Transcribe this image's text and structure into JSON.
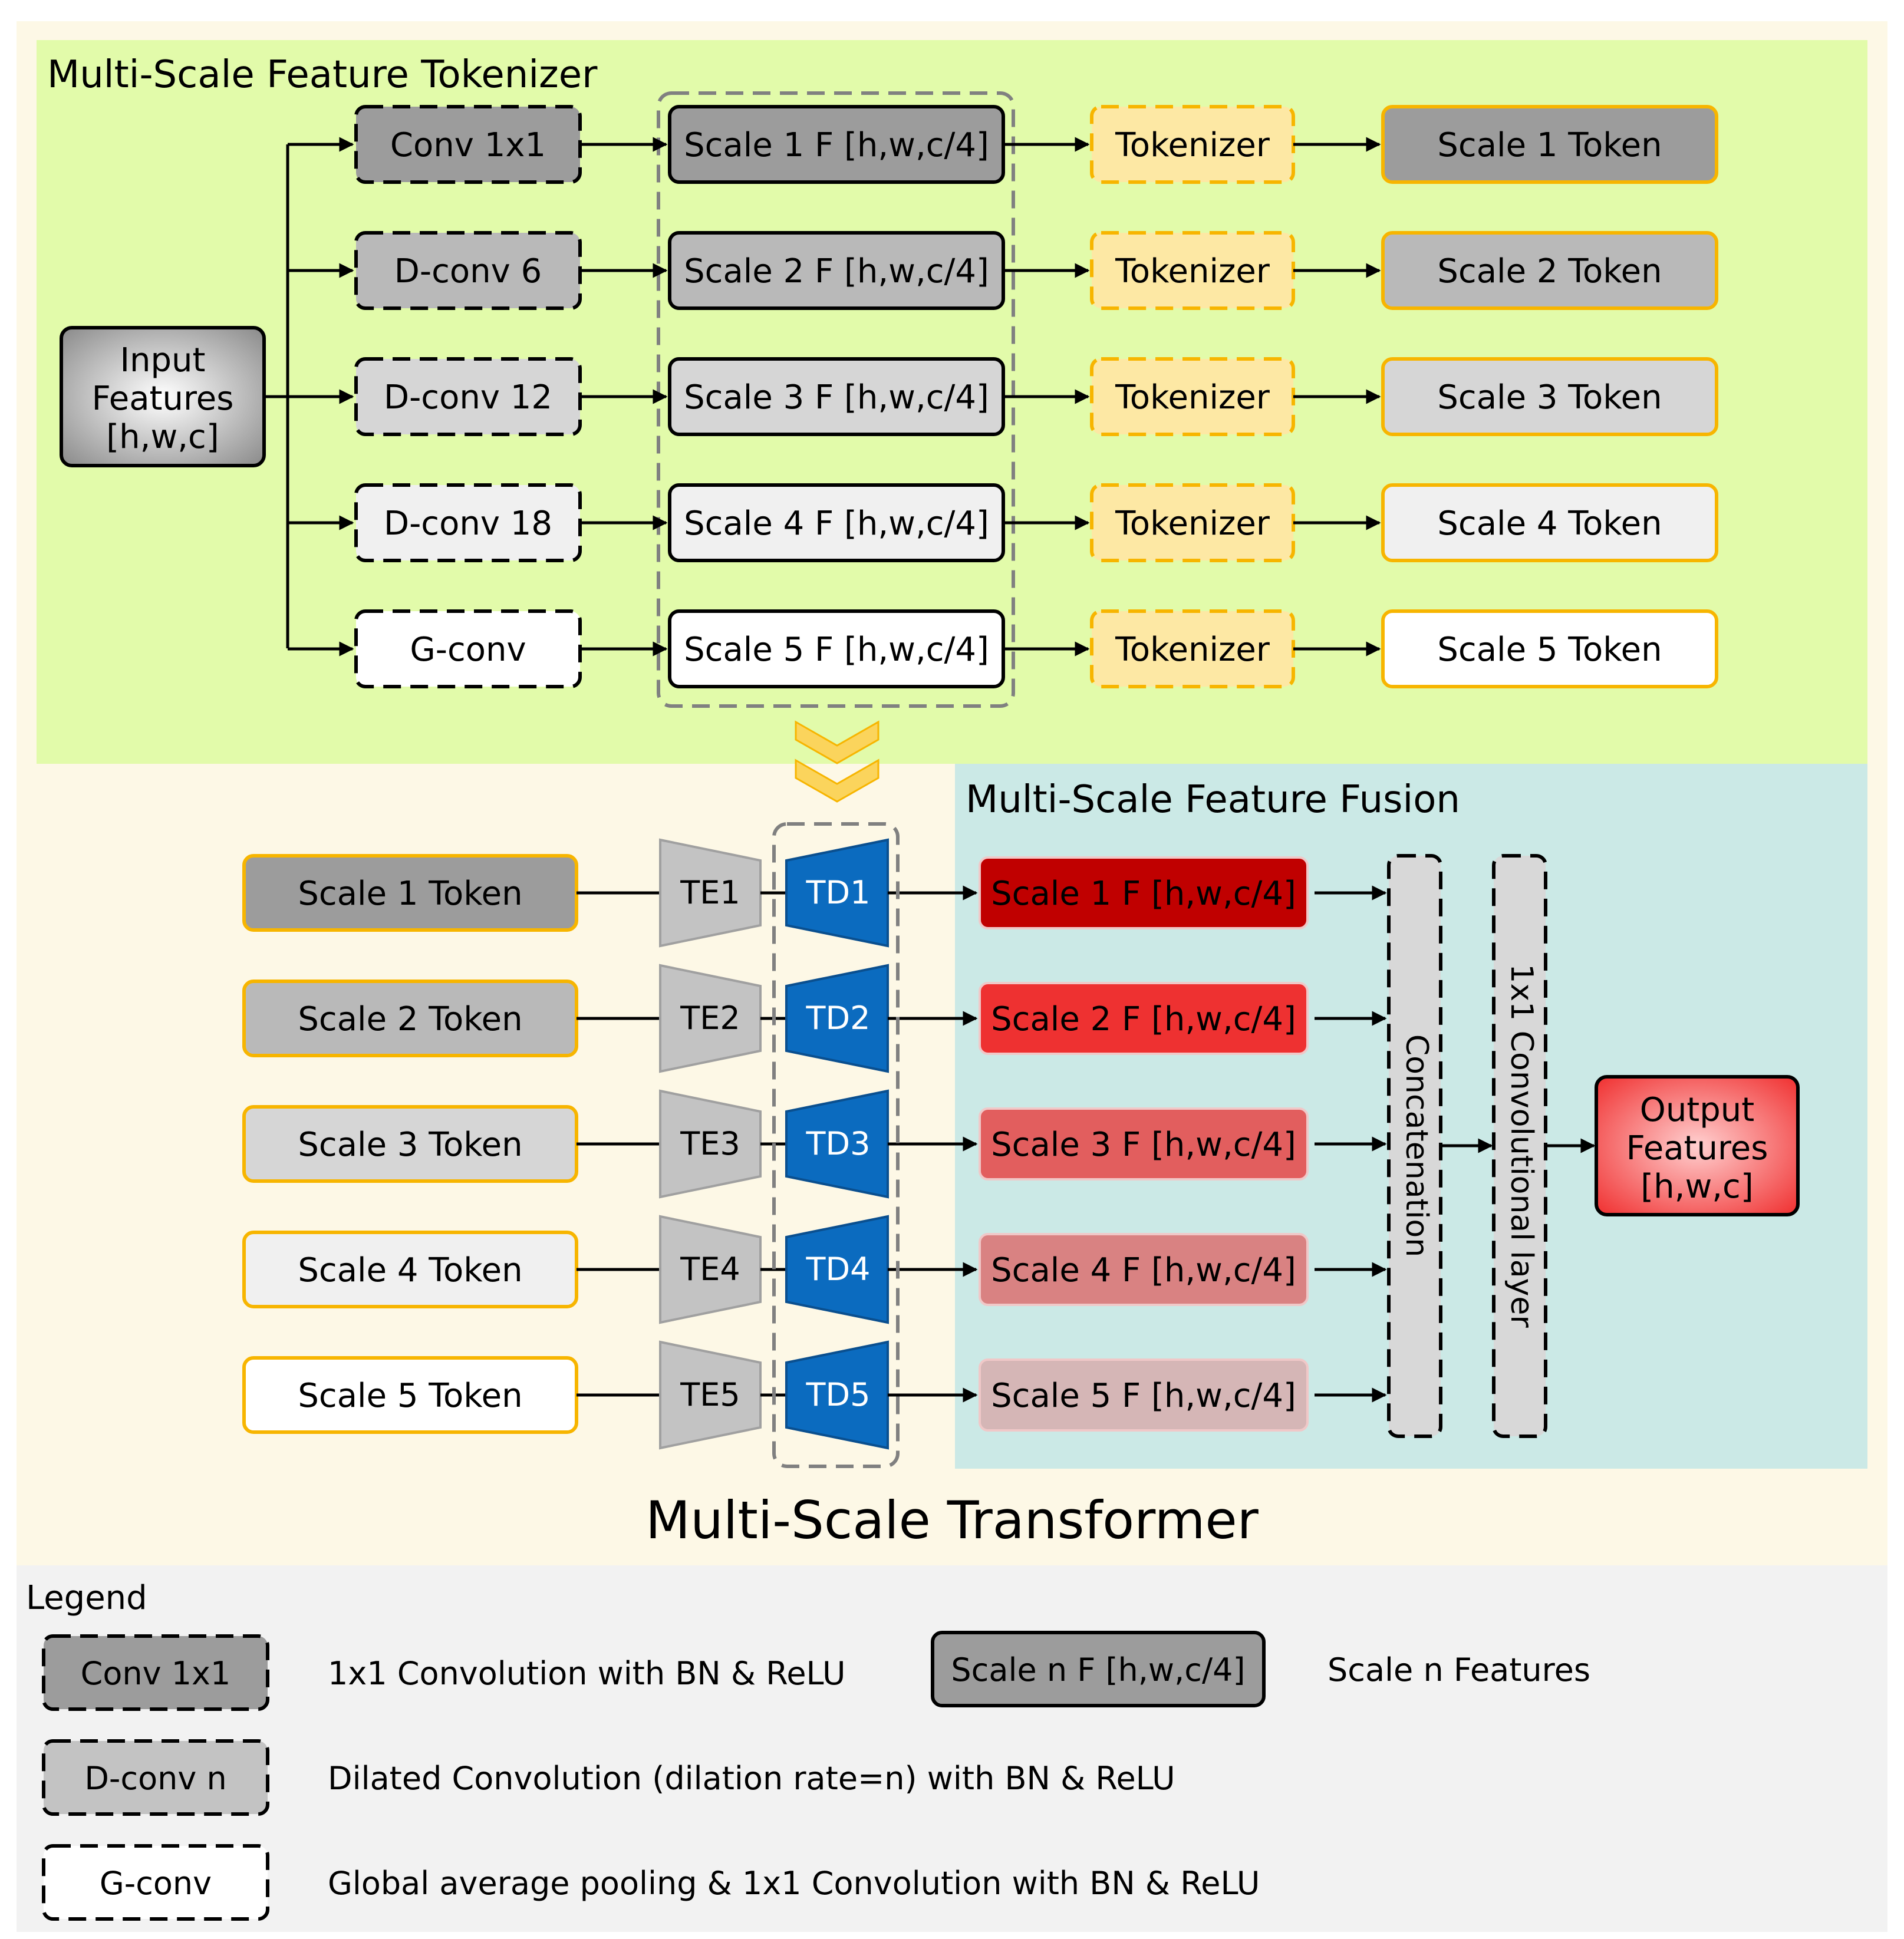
{
  "tokenizer": {
    "title": "Multi-Scale Feature Tokenizer",
    "input_lines": [
      "Input",
      "Features",
      "[h,w,c]"
    ],
    "convs": [
      "Conv 1x1",
      "D-conv 6",
      "D-conv 12",
      "D-conv 18",
      "G-conv"
    ],
    "scale_features": [
      "Scale 1 F [h,w,c/4]",
      "Scale 2 F [h,w,c/4]",
      "Scale 3 F [h,w,c/4]",
      "Scale 4 F [h,w,c/4]",
      "Scale 5 F [h,w,c/4]"
    ],
    "tokenizer_label": "Tokenizer",
    "tokens": [
      "Scale 1 Token",
      "Scale 2 Token",
      "Scale 3 Token",
      "Scale 4 Token",
      "Scale 5 Token"
    ]
  },
  "transformer": {
    "title": "Multi-Scale Transformer",
    "tokens": [
      "Scale 1 Token",
      "Scale 2 Token",
      "Scale 3 Token",
      "Scale 4 Token",
      "Scale 5 Token"
    ],
    "encoders": [
      "TE1",
      "TE2",
      "TE3",
      "TE4",
      "TE5"
    ],
    "decoders": [
      "TD1",
      "TD2",
      "TD3",
      "TD4",
      "TD5"
    ]
  },
  "fusion": {
    "title": "Multi-Scale Feature Fusion",
    "scale_features": [
      "Scale 1 F [h,w,c/4]",
      "Scale 2 F [h,w,c/4]",
      "Scale 3 F [h,w,c/4]",
      "Scale 4 F [h,w,c/4]",
      "Scale 5 F [h,w,c/4]"
    ],
    "concat_label": "Concatenation",
    "conv_label": "1x1 Convolutional layer",
    "output_lines": [
      "Output",
      "Features",
      "[h,w,c]"
    ]
  },
  "legend": {
    "title": "Legend",
    "items": [
      {
        "symbol": "Conv 1x1",
        "description": "1x1 Convolution with BN & ReLU"
      },
      {
        "symbol": "D-conv n",
        "description": "Dilated Convolution (dilation rate=n) with BN & ReLU"
      },
      {
        "symbol": "G-conv",
        "description": "Global average pooling & 1x1 Convolution with BN & ReLU"
      },
      {
        "symbol": "Scale n F [h,w,c/4]",
        "description": "Scale n Features"
      }
    ]
  },
  "colors": {
    "tokenizer_bg": "#e2fbaa",
    "transformer_bg": "#fdf8e6",
    "fusion_bg": "#cbe9e6",
    "legend_bg": "#f2f2f2",
    "tokenizer_box": "#fde8a4",
    "token_border": "#f7b500",
    "decoder_blue": "#0b6bbf",
    "encoder_gray": "#c3c3c3",
    "gray_scale": [
      "#9c9c9c",
      "#b9b9b9",
      "#d6d6d6",
      "#f0f0f0",
      "#ffffff"
    ],
    "red_scale": [
      "#c00000",
      "#ee3131",
      "#e25e5e",
      "#d98282",
      "#d5b6b6"
    ],
    "output_red": "#f03030"
  }
}
